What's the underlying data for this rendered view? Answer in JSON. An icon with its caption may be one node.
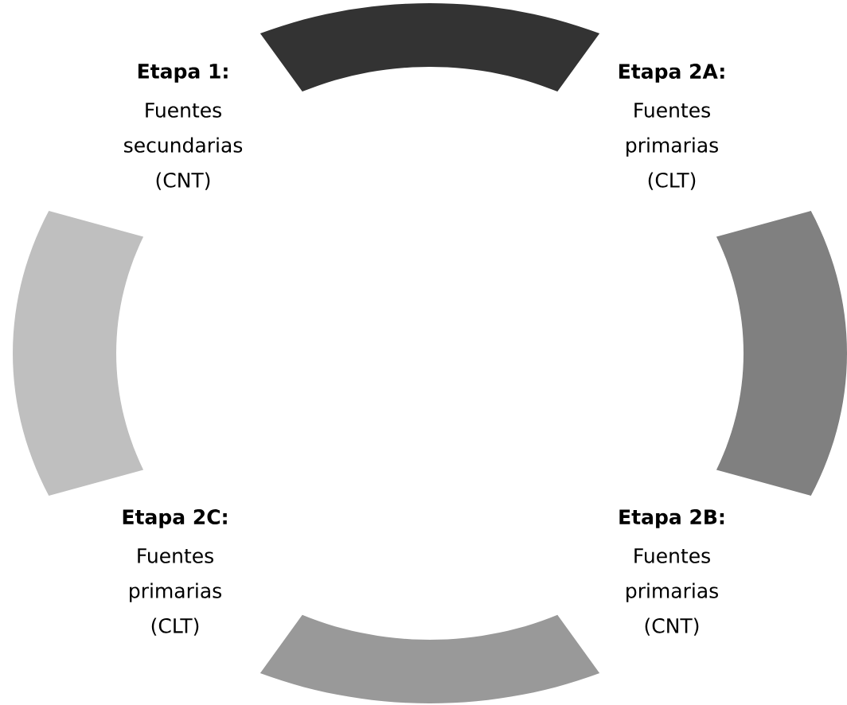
{
  "diagram": {
    "nodes": [
      {
        "text": [],
        "shape": "arc"
      },
      {
        "text": [],
        "shape": "arc"
      },
      {
        "text": [],
        "shape": "arc"
      },
      {
        "text": [],
        "shape": "arc"
      }
    ],
    "labels": [
      "Etapa 1:",
      "Fuentes secundarias (CNT)",
      "Etapa 2A:",
      "Fuentes primarias (CLT)",
      "Etapa 2C:",
      "Fuentes primarias (CLT)",
      "Etapa 2B:",
      "Fuentes primarias (CNT)"
    ]
  }
}
